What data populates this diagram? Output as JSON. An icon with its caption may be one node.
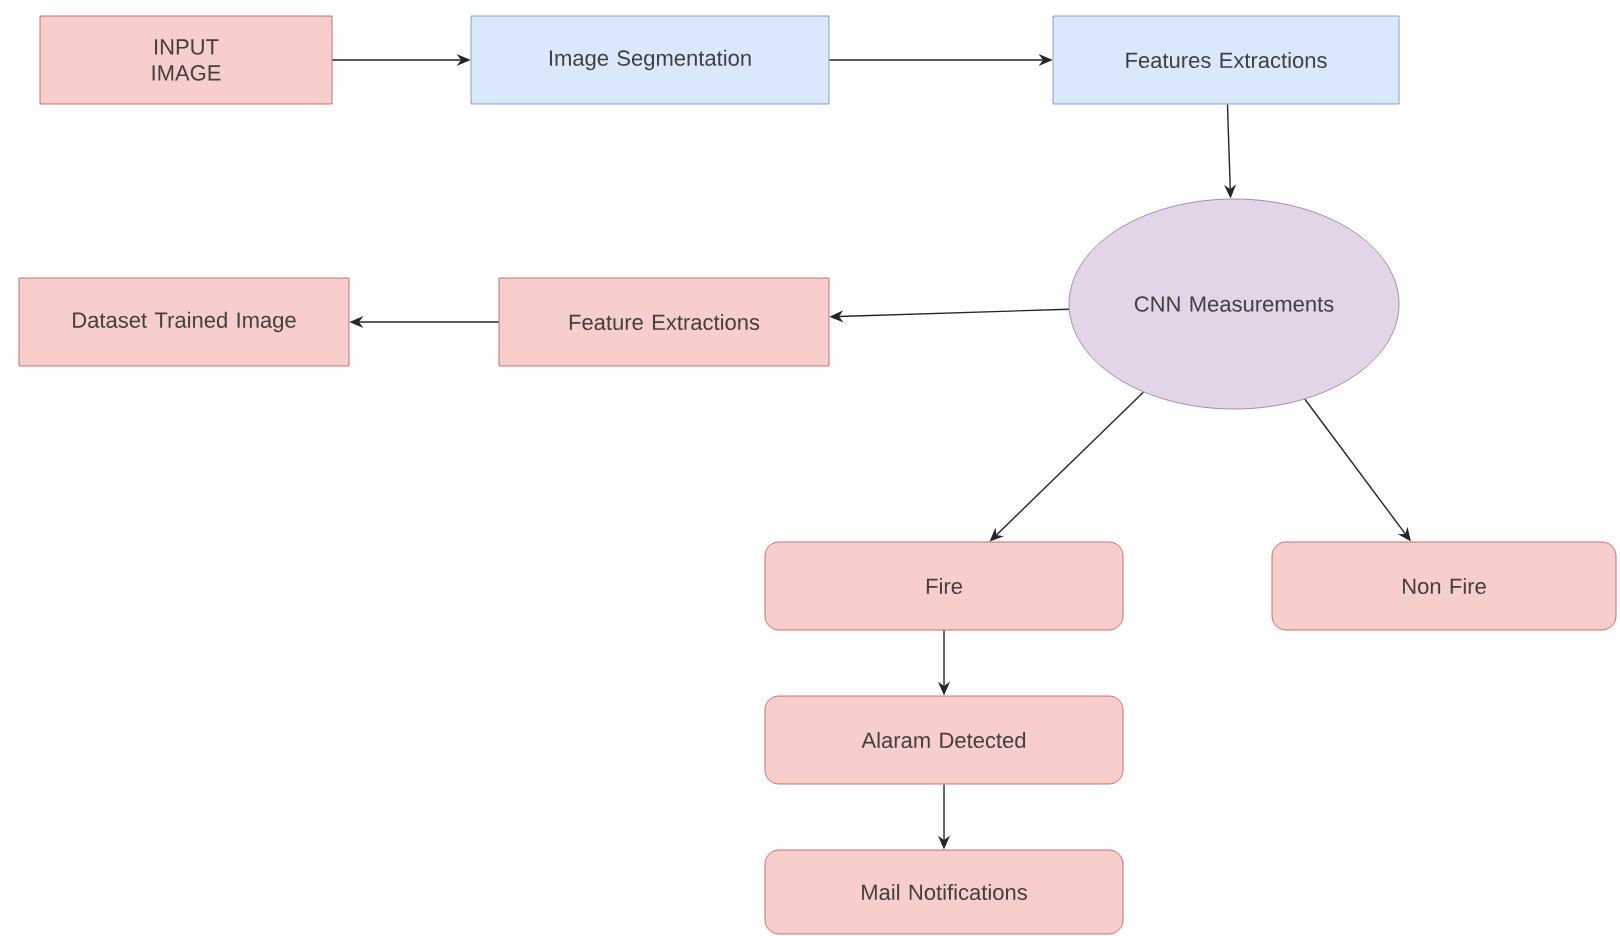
{
  "diagram": {
    "nodes": [
      {
        "text": [
          "INPUT IMAGE"
        ]
      },
      {
        "text": [
          "Image Segmentation"
        ]
      },
      {
        "text": [
          "Features Extractions"
        ]
      },
      {
        "text": [
          "CNN Measurements"
        ]
      },
      {
        "text": [
          "Feature Extractions"
        ]
      },
      {
        "text": [
          "Dataset Trained Image"
        ]
      },
      {
        "text": [
          "Fire"
        ]
      },
      {
        "text": [
          "Non Fire"
        ]
      },
      {
        "text": [
          "Alaram Detected"
        ]
      },
      {
        "text": [
          "Mail Notifications"
        ]
      }
    ],
    "edges": [
      {
        "from": 0,
        "to": 1,
        "arrow": "to"
      },
      {
        "from": 1,
        "to": 2,
        "arrow": "to"
      },
      {
        "from": 2,
        "to": 3,
        "arrow": "to"
      },
      {
        "from": 3,
        "to": 4,
        "arrow": "to"
      },
      {
        "from": 4,
        "to": 5,
        "arrow": "to"
      },
      {
        "from": 3,
        "to": 6,
        "arrow": "to"
      },
      {
        "from": 3,
        "to": 7,
        "arrow": "to"
      },
      {
        "from": 6,
        "to": 8,
        "arrow": "to"
      },
      {
        "from": 8,
        "to": 9,
        "arrow": "to"
      }
    ]
  }
}
